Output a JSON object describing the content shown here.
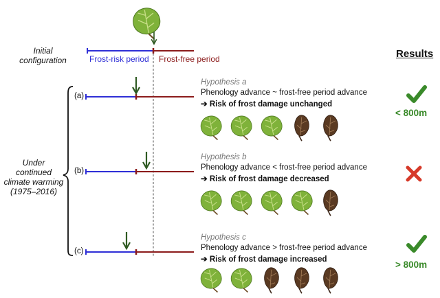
{
  "initial": {
    "label_line1": "Initial",
    "label_line2": "configuration",
    "frost_risk": "Frost-risk period",
    "frost_free": "Frost-free period"
  },
  "under": {
    "line1": "Under",
    "line2": "continued",
    "line3": "climate warming",
    "line4": "(1975–2016)"
  },
  "results_header": "Results",
  "hypotheses": [
    {
      "row_label": "(a)",
      "name": "Hypothesis a",
      "statement": "Phenology advance ~ frost-free period advance",
      "risk": "Risk of frost damage unchanged",
      "result_icon": "check-icon",
      "result_label": "< 800m",
      "leaves": [
        "healthy",
        "healthy",
        "healthy",
        "damaged",
        "damaged"
      ]
    },
    {
      "row_label": "(b)",
      "name": "Hypothesis b",
      "statement": "Phenology advance < frost-free period advance",
      "risk": "Risk of frost damage decreased",
      "result_icon": "cross-icon",
      "result_label": "",
      "leaves": [
        "healthy",
        "healthy",
        "healthy",
        "healthy",
        "damaged"
      ]
    },
    {
      "row_label": "(c)",
      "name": "Hypothesis c",
      "statement": "Phenology advance > frost-free period advance",
      "risk": "Risk of frost damage increased",
      "result_icon": "check-icon",
      "result_label": "> 800m",
      "leaves": [
        "healthy",
        "healthy",
        "damaged",
        "damaged",
        "damaged"
      ]
    }
  ],
  "colors": {
    "frost_risk": "#2e2ed6",
    "frost_free": "#8b1a1a",
    "arrow": "#2f5a22",
    "check": "#3a8a2a",
    "cross": "#d63a2a",
    "leaf_healthy": "#7fb23a",
    "leaf_damaged": "#5a3a22"
  }
}
